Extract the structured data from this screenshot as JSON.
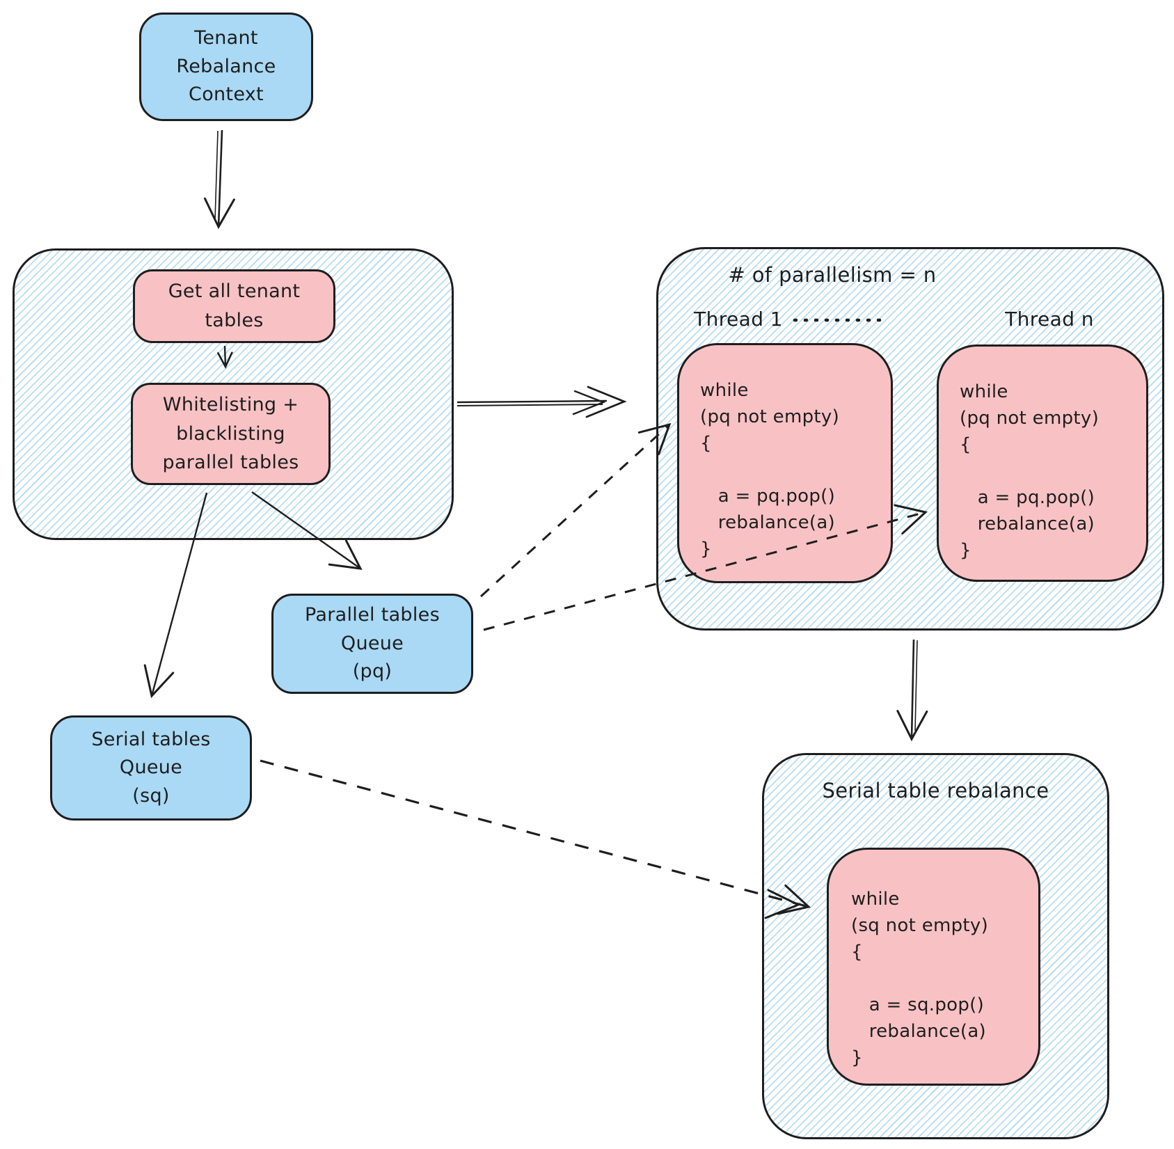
{
  "colors": {
    "node_fill": "#a9d9f5",
    "process_fill": "#f8c2c5",
    "outline": "#1e1e1e",
    "hatch_line": "#b9ddf3",
    "background": "#ffffff"
  },
  "nodes": {
    "tenant_context": {
      "label": "Tenant\nRebalance\nContext"
    },
    "parallel_queue": {
      "label": "Parallel tables\nQueue\n(pq)"
    },
    "serial_queue": {
      "label": "Serial tables\nQueue\n(sq)"
    }
  },
  "tenant_pipeline": {
    "get_tables": {
      "label": "Get all tenant\ntables"
    },
    "whitelist": {
      "label": "Whitelisting +\nblacklisting\nparallel tables"
    }
  },
  "parallel_section": {
    "title": "# of parallelism = n",
    "thread1_label": "Thread 1",
    "threadn_label": "Thread n",
    "thread1_code": "while\n(pq not empty)\n{\n\n   a = pq.pop()\n   rebalance(a)\n}",
    "threadn_code": "while\n(pq not empty)\n{\n\n   a = pq.pop()\n   rebalance(a)\n}"
  },
  "serial_section": {
    "title": "Serial table rebalance",
    "code": "while\n(sq not empty)\n{\n\n   a = sq.pop()\n   rebalance(a)\n}"
  }
}
